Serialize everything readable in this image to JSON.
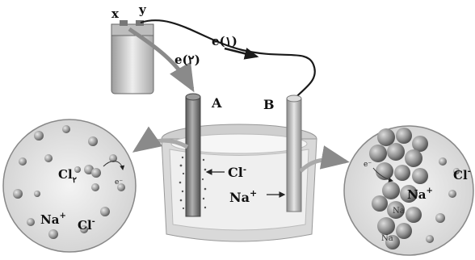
{
  "battery": {
    "terminal_x": "x",
    "terminal_y": "y"
  },
  "electron_paths": {
    "wire_label": "e(١)",
    "cell_label": "e(٢)"
  },
  "electrodes": {
    "left": "A",
    "right": "B"
  },
  "cell_ions": {
    "chloride": "Cl",
    "chloride_charge": "-",
    "sodium": "Na",
    "sodium_charge": "+"
  },
  "left_zoom": {
    "chlorine": "Cl",
    "chlorine_sub": "٢",
    "sodium": "Na",
    "sodium_charge": "+",
    "chloride": "Cl",
    "chloride_charge": "-",
    "electron": "e⁻"
  },
  "right_zoom": {
    "electron": "e⁻",
    "sodium": "Na",
    "sodium_charge": "+",
    "chloride": "Cl",
    "chloride_charge": "-",
    "na_atom_1": "Na",
    "na_atom_2": "Na"
  },
  "colors": {
    "wire": "#1a1a1a",
    "electrode": "#8d8d8d",
    "ion_ball": "#9a9a9a",
    "cell": "#d9d9d9"
  }
}
